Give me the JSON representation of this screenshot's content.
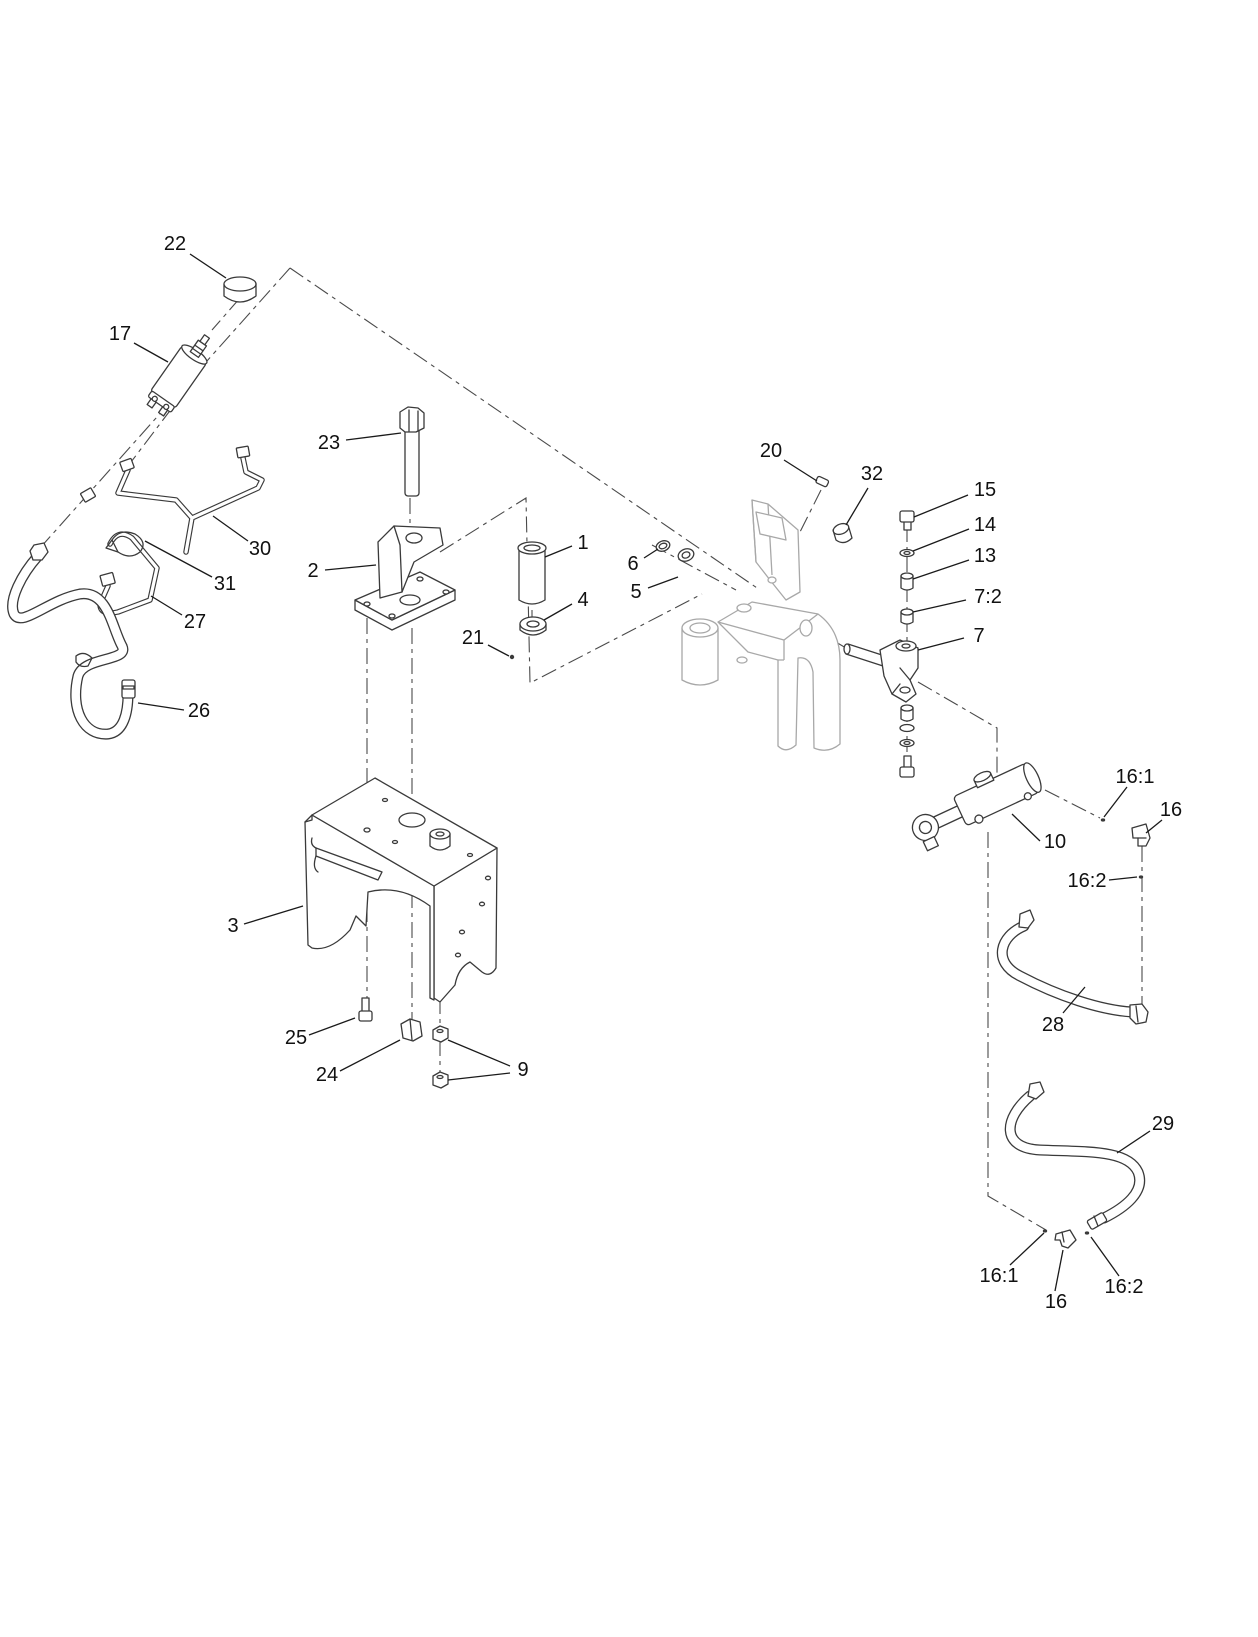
{
  "callouts": [
    "22",
    "17",
    "23",
    "20",
    "32",
    "15",
    "14",
    "13",
    "7:2",
    "7",
    "1",
    "6",
    "5",
    "4",
    "21",
    "2",
    "30",
    "31",
    "27",
    "26",
    "16:1",
    "16",
    "10",
    "16:2",
    "3",
    "28",
    "25",
    "24",
    "9",
    "29",
    "16:1",
    "16",
    "16:2"
  ],
  "colors": {
    "line_art": "#3a3a3a",
    "ghost_part": "#a8a8a8",
    "background": "#ffffff"
  }
}
